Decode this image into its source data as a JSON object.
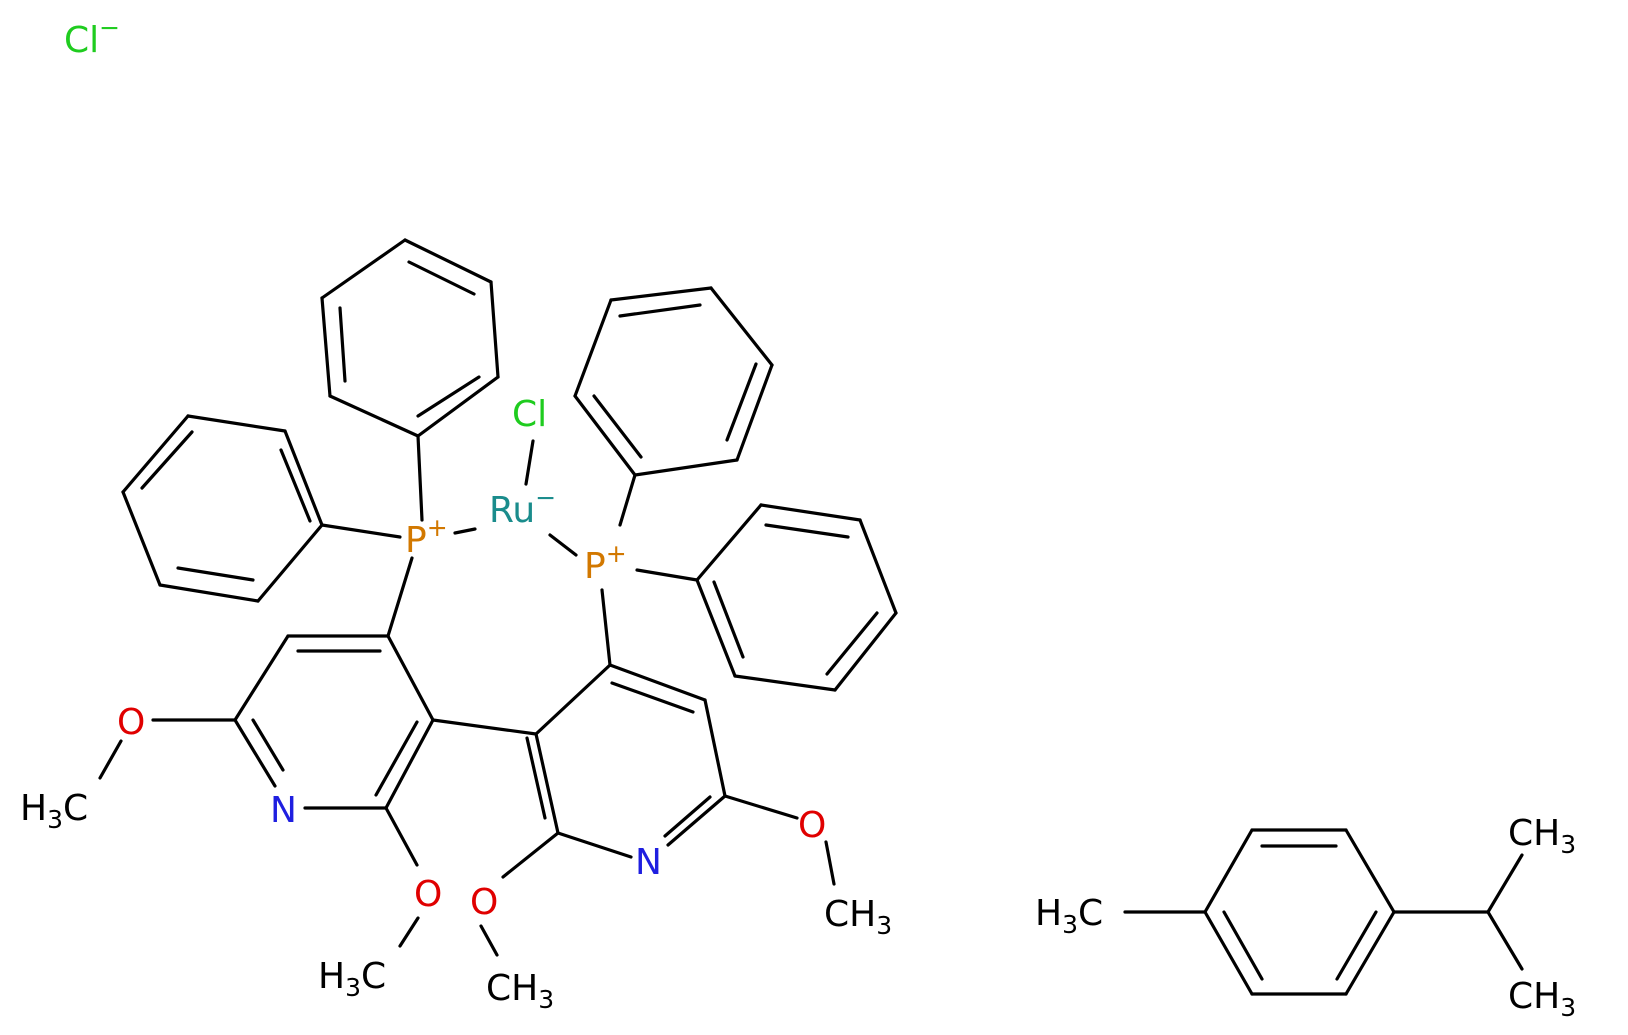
{
  "colors": {
    "bond": "#000000",
    "chlorine": "#1fcc1f",
    "phosphorus": "#d27800",
    "ruthenium": "#1a8c8c",
    "nitrogen": "#1f1fe0",
    "oxygen": "#e00000",
    "carbon": "#000000"
  },
  "atoms": {
    "chloride_ion": {
      "symbol": "Cl",
      "charge": "−"
    },
    "cl_ligand": {
      "symbol": "Cl"
    },
    "ru": {
      "symbol": "Ru",
      "charge": "−"
    },
    "p1": {
      "symbol": "P",
      "charge": "+"
    },
    "p2": {
      "symbol": "P",
      "charge": "+"
    },
    "n1": {
      "symbol": "N"
    },
    "n2": {
      "symbol": "N"
    },
    "o1": {
      "symbol": "O"
    },
    "o2": {
      "symbol": "O"
    },
    "o3": {
      "symbol": "O"
    },
    "o4": {
      "symbol": "O"
    },
    "methyl_o1": {
      "pre": "H",
      "sub": "3",
      "post": "C"
    },
    "methyl_o2": {
      "pre": "H",
      "sub": "3",
      "post": "C"
    },
    "methyl_o3": {
      "pre": "CH",
      "sub": "3",
      "post": ""
    },
    "methyl_o4": {
      "pre": "CH",
      "sub": "3",
      "post": ""
    },
    "cymene_methyl": {
      "pre": "H",
      "sub": "3",
      "post": "C"
    },
    "isopropyl_me1": {
      "pre": "CH",
      "sub": "3",
      "post": ""
    },
    "isopropyl_me2": {
      "pre": "CH",
      "sub": "3",
      "post": ""
    }
  }
}
